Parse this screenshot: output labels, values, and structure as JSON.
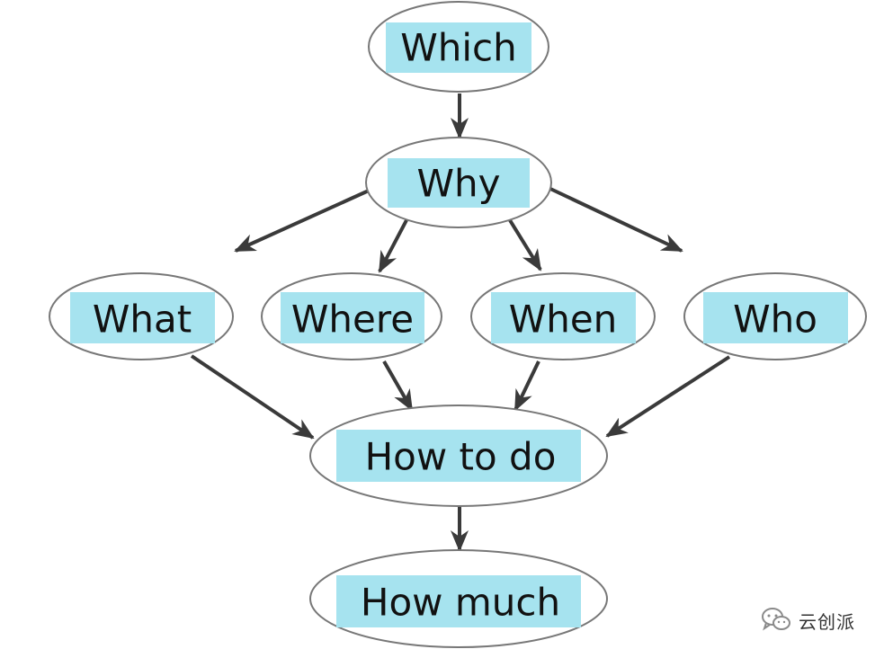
{
  "diagram": {
    "nodes": [
      {
        "id": "which",
        "label": "Which"
      },
      {
        "id": "why",
        "label": "Why"
      },
      {
        "id": "what",
        "label": "What"
      },
      {
        "id": "where",
        "label": "Where"
      },
      {
        "id": "when",
        "label": "When"
      },
      {
        "id": "who",
        "label": "Who"
      },
      {
        "id": "how-to-do",
        "label": "How to do"
      },
      {
        "id": "how-much",
        "label": "How much"
      }
    ],
    "edges": [
      {
        "from": "which",
        "to": "why"
      },
      {
        "from": "why",
        "to": "what"
      },
      {
        "from": "why",
        "to": "where"
      },
      {
        "from": "why",
        "to": "when"
      },
      {
        "from": "why",
        "to": "who"
      },
      {
        "from": "what",
        "to": "how-to-do"
      },
      {
        "from": "where",
        "to": "how-to-do"
      },
      {
        "from": "when",
        "to": "how-to-do"
      },
      {
        "from": "who",
        "to": "how-to-do"
      },
      {
        "from": "how-to-do",
        "to": "how-much"
      }
    ],
    "colors": {
      "label_highlight": "#a6e3ef",
      "ellipse_stroke": "#777777",
      "arrow": "#3a3a3a",
      "text": "#111111"
    }
  },
  "watermark": {
    "text": "云创派",
    "icon": "wechat-logo-icon"
  }
}
